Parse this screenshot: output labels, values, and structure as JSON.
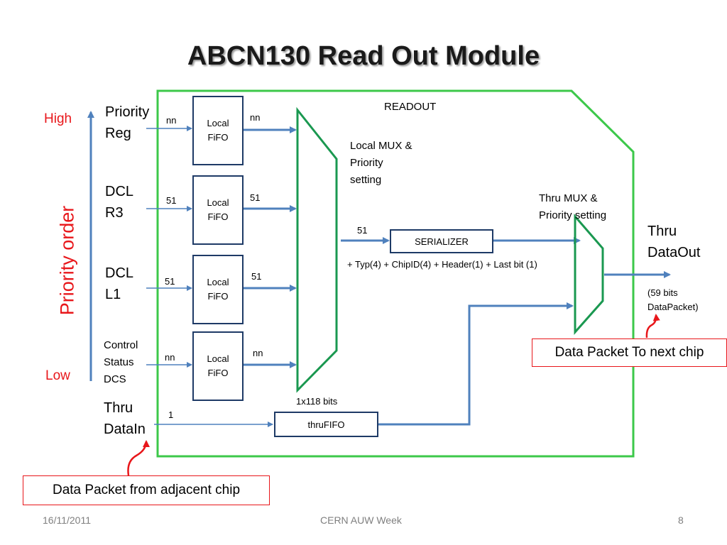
{
  "title": "ABCN130 Read Out Module",
  "readout_label": "READOUT",
  "priority": {
    "high": "High",
    "low": "Low",
    "axis": "Priority order"
  },
  "inputs": [
    {
      "line1": "Priority",
      "line2": "Reg",
      "in_width": "nn",
      "out_width": "nn",
      "fifo_line1": "Local",
      "fifo_line2": "FiFO"
    },
    {
      "line1": "DCL",
      "line2": "R3",
      "in_width": "51",
      "out_width": "51",
      "fifo_line1": "Local",
      "fifo_line2": "FiFO"
    },
    {
      "line1": "DCL",
      "line2": "L1",
      "in_width": "51",
      "out_width": "51",
      "fifo_line1": "Local",
      "fifo_line2": "FiFO"
    },
    {
      "line1": "Control",
      "line2": "Status",
      "line3": "DCS",
      "in_width": "nn",
      "out_width": "nn",
      "fifo_line1": "Local",
      "fifo_line2": "FiFO"
    }
  ],
  "thru_in": {
    "line1": "Thru",
    "line2": "DataIn",
    "width": "1",
    "fifo_size": "1x118 bits",
    "fifo_label": "thruFIFO"
  },
  "local_mux": {
    "line1": "Local MUX &",
    "line2": "Priority",
    "line3": "setting"
  },
  "serializer": {
    "label": "SERIALIZER",
    "in_width": "51",
    "note": "+ Typ(4) + ChipID(4) + Header(1) + Last bit (1)"
  },
  "thru_mux": {
    "line1": "Thru MUX &",
    "line2": "Priority setting"
  },
  "thru_out": {
    "line1": "Thru",
    "line2": "DataOut",
    "note1": "(59 bits",
    "note2": "DataPacket)"
  },
  "callouts": {
    "to_next": "Data Packet To next chip",
    "from_adjacent": "Data Packet from adjacent chip"
  },
  "footer": {
    "date": "16/11/2011",
    "event": "CERN AUW Week",
    "page": "8"
  },
  "colors": {
    "readout_border": "#3cc84a",
    "arrow": "#4f81bd",
    "mux": "#1a9850",
    "red": "#e8161a",
    "box_border": "#1e3a66"
  }
}
